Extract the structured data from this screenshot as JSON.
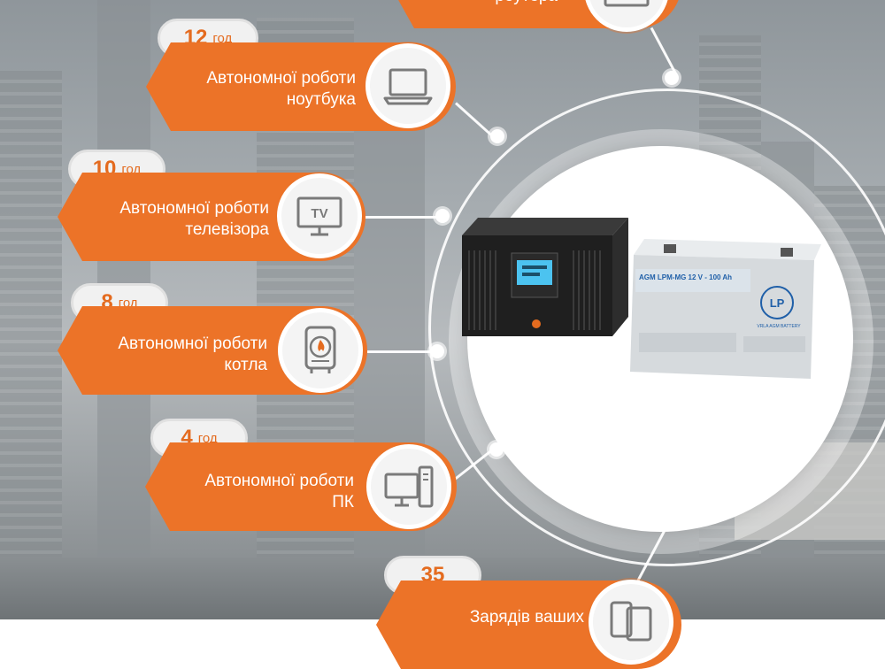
{
  "items": [
    {
      "id": "router",
      "value": "",
      "unit": "",
      "line1": "",
      "line2": "роутера",
      "icon": "router-icon"
    },
    {
      "id": "laptop",
      "value": "12",
      "unit": "год",
      "line1": "Автономної роботи",
      "line2": "ноутбука",
      "icon": "laptop-icon"
    },
    {
      "id": "tv",
      "value": "10",
      "unit": "год",
      "line1": "Автономної роботи",
      "line2": "телевізора",
      "icon": "tv-icon",
      "icon_text": "TV"
    },
    {
      "id": "boiler",
      "value": "8",
      "unit": "год",
      "line1": "Автономної роботи",
      "line2": "котла",
      "icon": "boiler-icon"
    },
    {
      "id": "pc",
      "value": "4",
      "unit": "год",
      "line1": "Автономної роботи",
      "line2": "ПК",
      "icon": "pc-icon"
    },
    {
      "id": "phone",
      "value": "35",
      "unit": "",
      "line1": "Зарядів ваших",
      "line2": "",
      "icon": "phone-tablet-icon"
    }
  ],
  "battery_label": {
    "model": "AGM LPM-MG 12 V - 100 Ah",
    "brand": "LP",
    "sub": "VRLA AGM BATTERY"
  },
  "colors": {
    "accent": "#ec7328",
    "number": "#e46b1f"
  }
}
